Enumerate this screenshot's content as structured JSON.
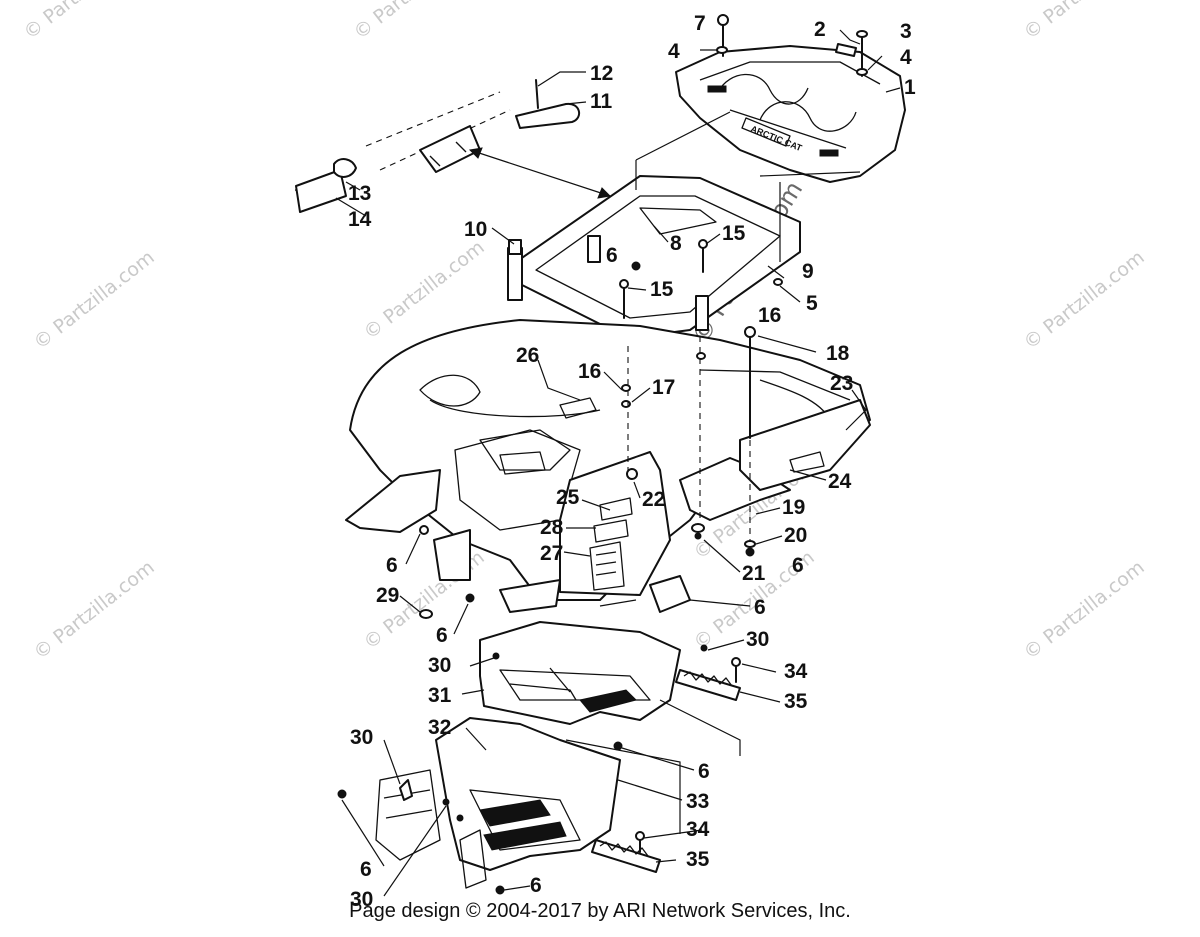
{
  "watermark": {
    "text": "© Partzilla.com",
    "center_text": "© Partzilla.com"
  },
  "decals": {
    "rack_badge": "ARCTIC CAT"
  },
  "footer": {
    "text": "Page design © 2004-2017 by ARI Network Services, Inc."
  },
  "callouts": [
    "7",
    "2",
    "3",
    "4",
    "4",
    "1",
    "12",
    "11",
    "13",
    "14",
    "10",
    "8",
    "15",
    "6",
    "9",
    "15",
    "5",
    "16",
    "18",
    "26",
    "16",
    "17",
    "23",
    "25",
    "22",
    "24",
    "19",
    "28",
    "20",
    "27",
    "6",
    "21",
    "6",
    "29",
    "6",
    "6",
    "30",
    "30",
    "34",
    "31",
    "35",
    "32",
    "30",
    "6",
    "33",
    "34",
    "6",
    "35",
    "30",
    "6"
  ]
}
